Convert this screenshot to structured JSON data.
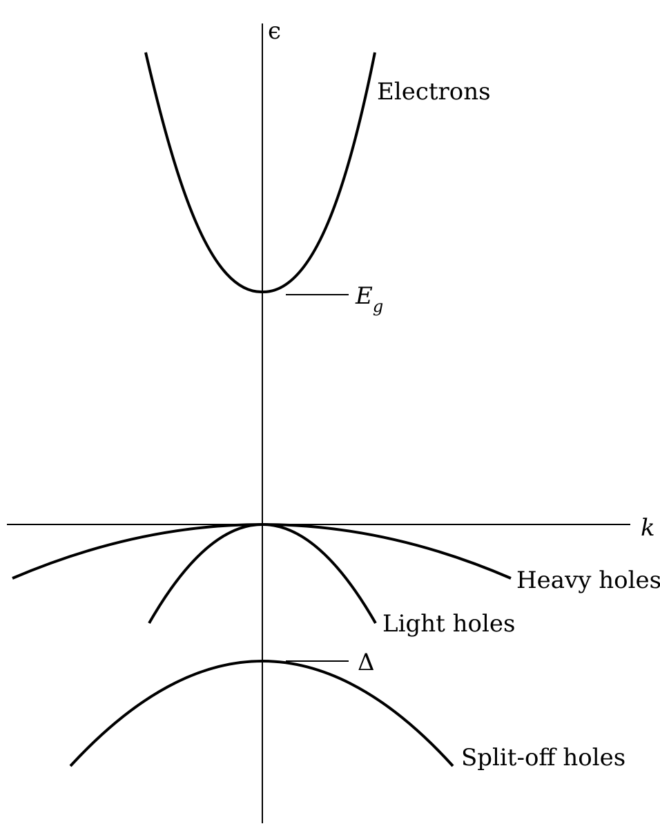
{
  "diagram": {
    "axes": {
      "y_label": "ϵ",
      "x_label": "k"
    },
    "bands": {
      "electrons": {
        "label": "Electrons"
      },
      "heavy_holes": {
        "label": "Heavy holes"
      },
      "light_holes": {
        "label": "Light holes"
      },
      "split_off_holes": {
        "label": "Split-off holes"
      }
    },
    "markers": {
      "gap": {
        "symbol": "E",
        "subscript": "g"
      },
      "split_off": {
        "symbol": "Δ"
      }
    }
  }
}
